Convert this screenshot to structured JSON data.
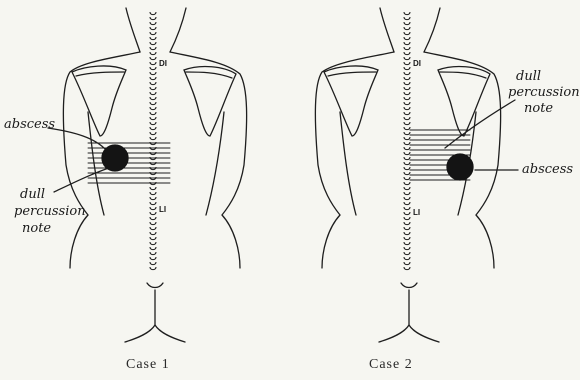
{
  "figures": [
    {
      "caption": "Case 1",
      "vertebra_upper": "DI",
      "vertebra_lower": "LI",
      "abscess_label": "abscess",
      "dull_label": [
        "dull",
        "percussion",
        "note"
      ]
    },
    {
      "caption": "Case 2",
      "vertebra_upper": "DI",
      "vertebra_lower": "LI",
      "abscess_label": "abscess",
      "dull_label": [
        "dull",
        "percussion",
        "note"
      ]
    }
  ]
}
